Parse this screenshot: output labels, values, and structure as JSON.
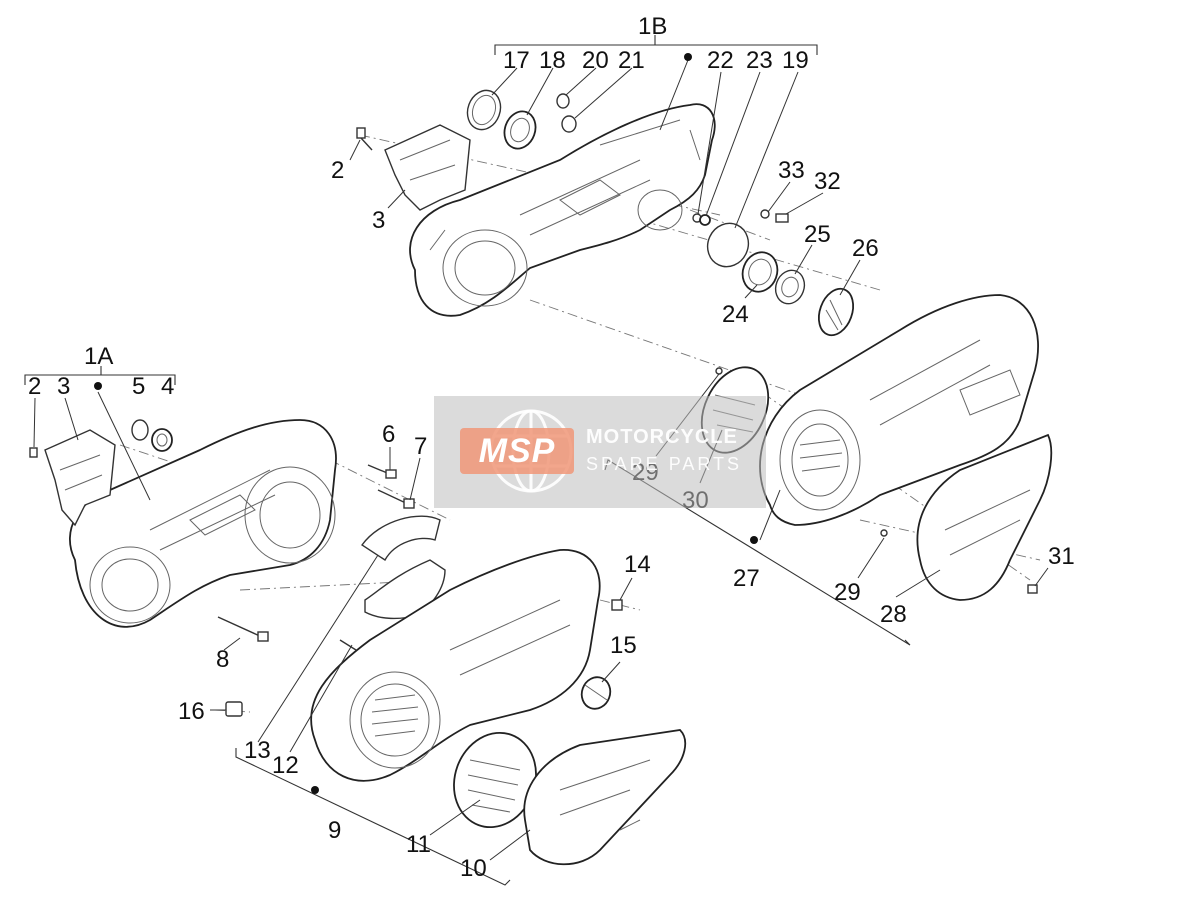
{
  "callouts": {
    "c1B": "1B",
    "c17": "17",
    "c18": "18",
    "c20": "20",
    "c21": "21",
    "c22": "22",
    "c23": "23",
    "c19": "19",
    "c2a": "2",
    "c3a": "3",
    "c33": "33",
    "c32": "32",
    "c25": "25",
    "c26": "26",
    "c24": "24",
    "c1A": "1A",
    "c2b": "2",
    "c3b": "3",
    "c5": "5",
    "c4": "4",
    "c6": "6",
    "c7": "7",
    "c29a": "29",
    "c30": "30",
    "c27": "27",
    "c29b": "29",
    "c31": "31",
    "c28": "28",
    "c14": "14",
    "c15": "15",
    "c8": "8",
    "c16": "16",
    "c13": "13",
    "c12": "12",
    "c9": "9",
    "c11": "11",
    "c10": "10"
  },
  "watermark": {
    "logo": "MSP",
    "line1": "MOTORCYCLE",
    "line2": "SPARE PARTS",
    "icon": "globe-icon"
  },
  "colors": {
    "ink": "#111111",
    "watermark_badge": "#f09678",
    "watermark_bg": "#bebebe"
  }
}
